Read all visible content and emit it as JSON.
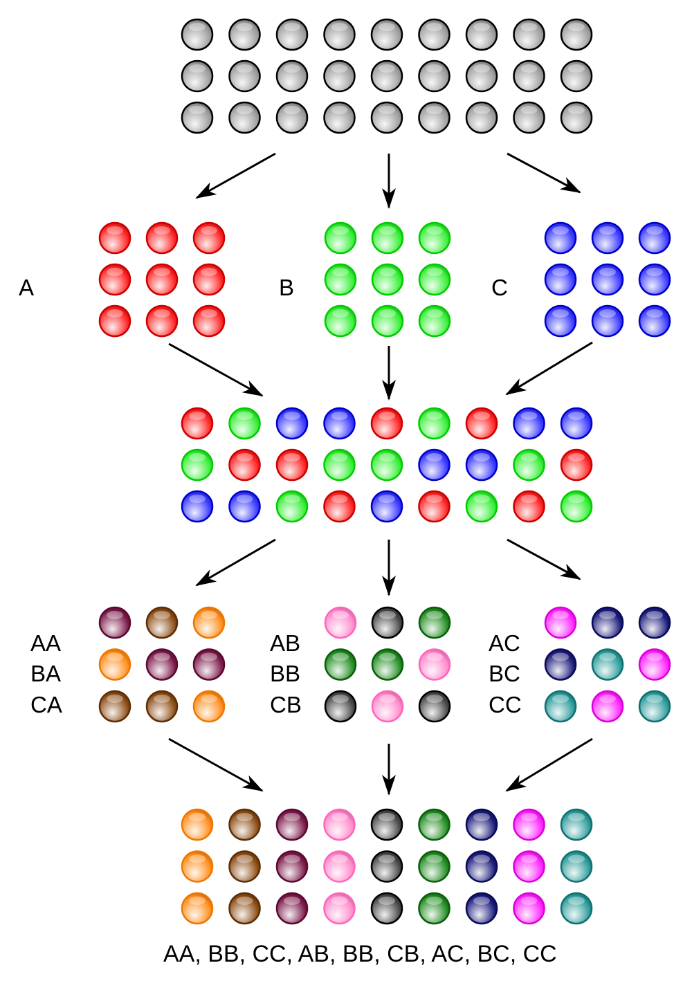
{
  "colors": {
    "grey": {
      "fill": "#9a9a9a",
      "edge": "#000000"
    },
    "red": {
      "fill": "#ff2020",
      "edge": "#cc0000"
    },
    "green": {
      "fill": "#33ee33",
      "edge": "#00cc00"
    },
    "blue": {
      "fill": "#3535ff",
      "edge": "#0000cc"
    },
    "maroon": {
      "fill": "#7a1848",
      "edge": "#5a0a30"
    },
    "brown": {
      "fill": "#8a4a12",
      "edge": "#5c2e05"
    },
    "orange": {
      "fill": "#ff8c1a",
      "edge": "#ee7700"
    },
    "pink": {
      "fill": "#ff88cc",
      "edge": "#ff66bb"
    },
    "black": {
      "fill": "#444444",
      "edge": "#000000"
    },
    "dkgreen": {
      "fill": "#1f8a1f",
      "edge": "#0b5e0b"
    },
    "navy": {
      "fill": "#1a1a7a",
      "edge": "#0a0a5a"
    },
    "magenta": {
      "fill": "#ff22ff",
      "edge": "#dd00dd"
    },
    "teal": {
      "fill": "#2a9a9a",
      "edge": "#117070"
    }
  },
  "stage1": {
    "rows": [
      [
        "grey",
        "grey",
        "grey",
        "grey",
        "grey",
        "grey",
        "grey",
        "grey",
        "grey"
      ],
      [
        "grey",
        "grey",
        "grey",
        "grey",
        "grey",
        "grey",
        "grey",
        "grey",
        "grey"
      ],
      [
        "grey",
        "grey",
        "grey",
        "grey",
        "grey",
        "grey",
        "grey",
        "grey",
        "grey"
      ]
    ]
  },
  "stage2": [
    {
      "label": "A",
      "rows": [
        [
          "red",
          "red",
          "red"
        ],
        [
          "red",
          "red",
          "red"
        ],
        [
          "red",
          "red",
          "red"
        ]
      ]
    },
    {
      "label": "B",
      "rows": [
        [
          "green",
          "green",
          "green"
        ],
        [
          "green",
          "green",
          "green"
        ],
        [
          "green",
          "green",
          "green"
        ]
      ]
    },
    {
      "label": "C",
      "rows": [
        [
          "blue",
          "blue",
          "blue"
        ],
        [
          "blue",
          "blue",
          "blue"
        ],
        [
          "blue",
          "blue",
          "blue"
        ]
      ]
    }
  ],
  "stage3": {
    "rows": [
      [
        "red",
        "green",
        "blue",
        "blue",
        "red",
        "green",
        "red",
        "blue",
        "blue"
      ],
      [
        "green",
        "red",
        "red",
        "green",
        "green",
        "blue",
        "blue",
        "green",
        "red"
      ],
      [
        "blue",
        "blue",
        "green",
        "red",
        "blue",
        "red",
        "green",
        "red",
        "green"
      ]
    ]
  },
  "stage4": [
    {
      "labels": [
        "AA",
        "BA",
        "CA"
      ],
      "rows": [
        [
          "maroon",
          "brown",
          "orange"
        ],
        [
          "orange",
          "maroon",
          "maroon"
        ],
        [
          "brown",
          "brown",
          "orange"
        ]
      ]
    },
    {
      "labels": [
        "AB",
        "BB",
        "CB"
      ],
      "rows": [
        [
          "pink",
          "black",
          "dkgreen"
        ],
        [
          "dkgreen",
          "dkgreen",
          "pink"
        ],
        [
          "black",
          "pink",
          "black"
        ]
      ]
    },
    {
      "labels": [
        "AC",
        "BC",
        "CC"
      ],
      "rows": [
        [
          "magenta",
          "navy",
          "navy"
        ],
        [
          "navy",
          "teal",
          "magenta"
        ],
        [
          "teal",
          "magenta",
          "teal"
        ]
      ]
    }
  ],
  "stage5": {
    "rows": [
      [
        "orange",
        "brown",
        "maroon",
        "pink",
        "black",
        "dkgreen",
        "navy",
        "magenta",
        "teal"
      ],
      [
        "orange",
        "brown",
        "maroon",
        "pink",
        "black",
        "dkgreen",
        "navy",
        "magenta",
        "teal"
      ],
      [
        "orange",
        "brown",
        "maroon",
        "pink",
        "black",
        "dkgreen",
        "navy",
        "magenta",
        "teal"
      ]
    ]
  },
  "footer": "AA, BB, CC, AB, BB, CB, AC, BC, CC"
}
